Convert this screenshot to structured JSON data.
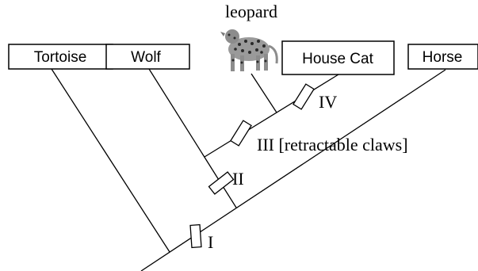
{
  "taxa": {
    "tortoise": "Tortoise",
    "wolf": "Wolf",
    "leopard": "leopard",
    "house_cat": "House Cat",
    "horse": "Horse"
  },
  "markers": {
    "I": "I",
    "II": "II",
    "III": "III [retractable claws]",
    "IV": "IV"
  },
  "icons": {
    "leopard_image": "leopard-icon"
  }
}
